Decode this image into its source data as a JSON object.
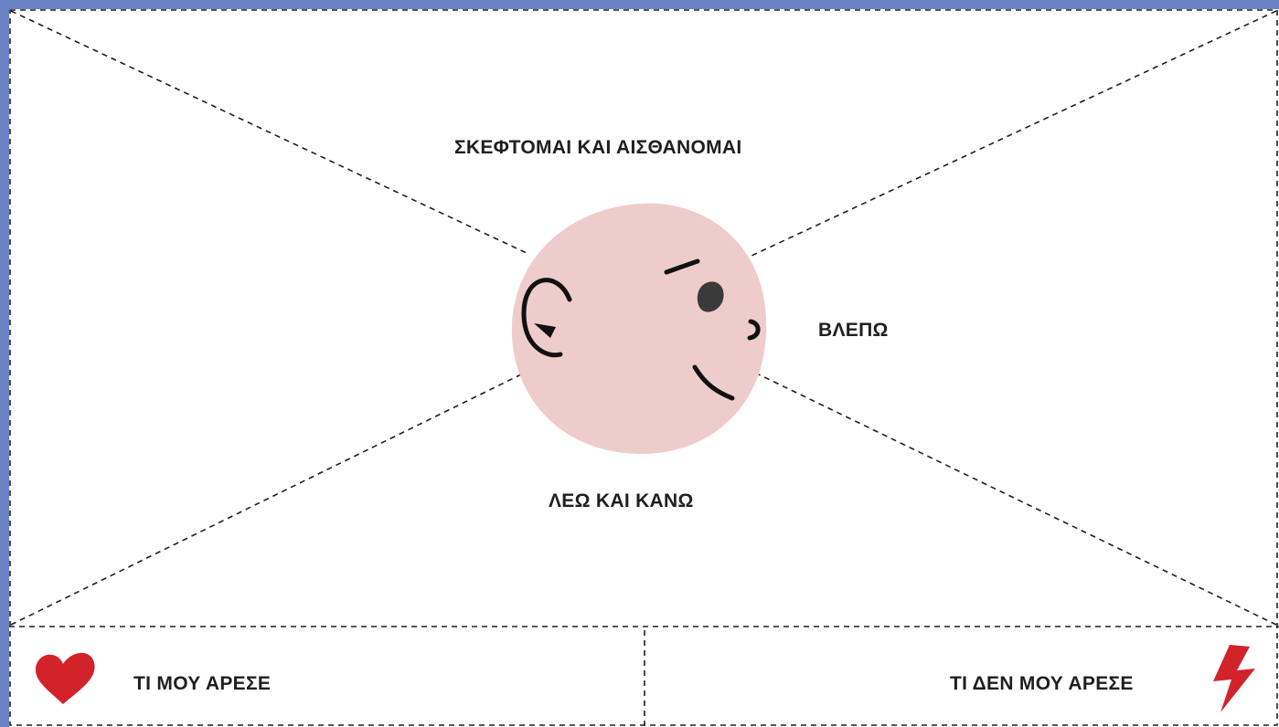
{
  "sections": {
    "think_feel": "ΣΚΕΦΤΟΜΑΙ ΚΑΙ ΑΙΣΘΑΝΟΜΑΙ",
    "see": "ΒΛΕΠΩ",
    "say_do": "ΛΕΩ ΚΑΙ ΚΑΝΩ",
    "liked": "ΤΙ ΜΟΥ ΑΡΕΣΕ",
    "disliked": "ΤΙ ΔΕΝ ΜΟΥ ΑΡΕΣΕ"
  },
  "icons": {
    "liked": "heart-icon",
    "disliked": "lightning-bolt-icon",
    "center": "head-profile-icon"
  },
  "colors": {
    "border": "#6b82c4",
    "face": "#efcccc",
    "accent_red": "#d2232a",
    "line": "#1f1f1f"
  }
}
